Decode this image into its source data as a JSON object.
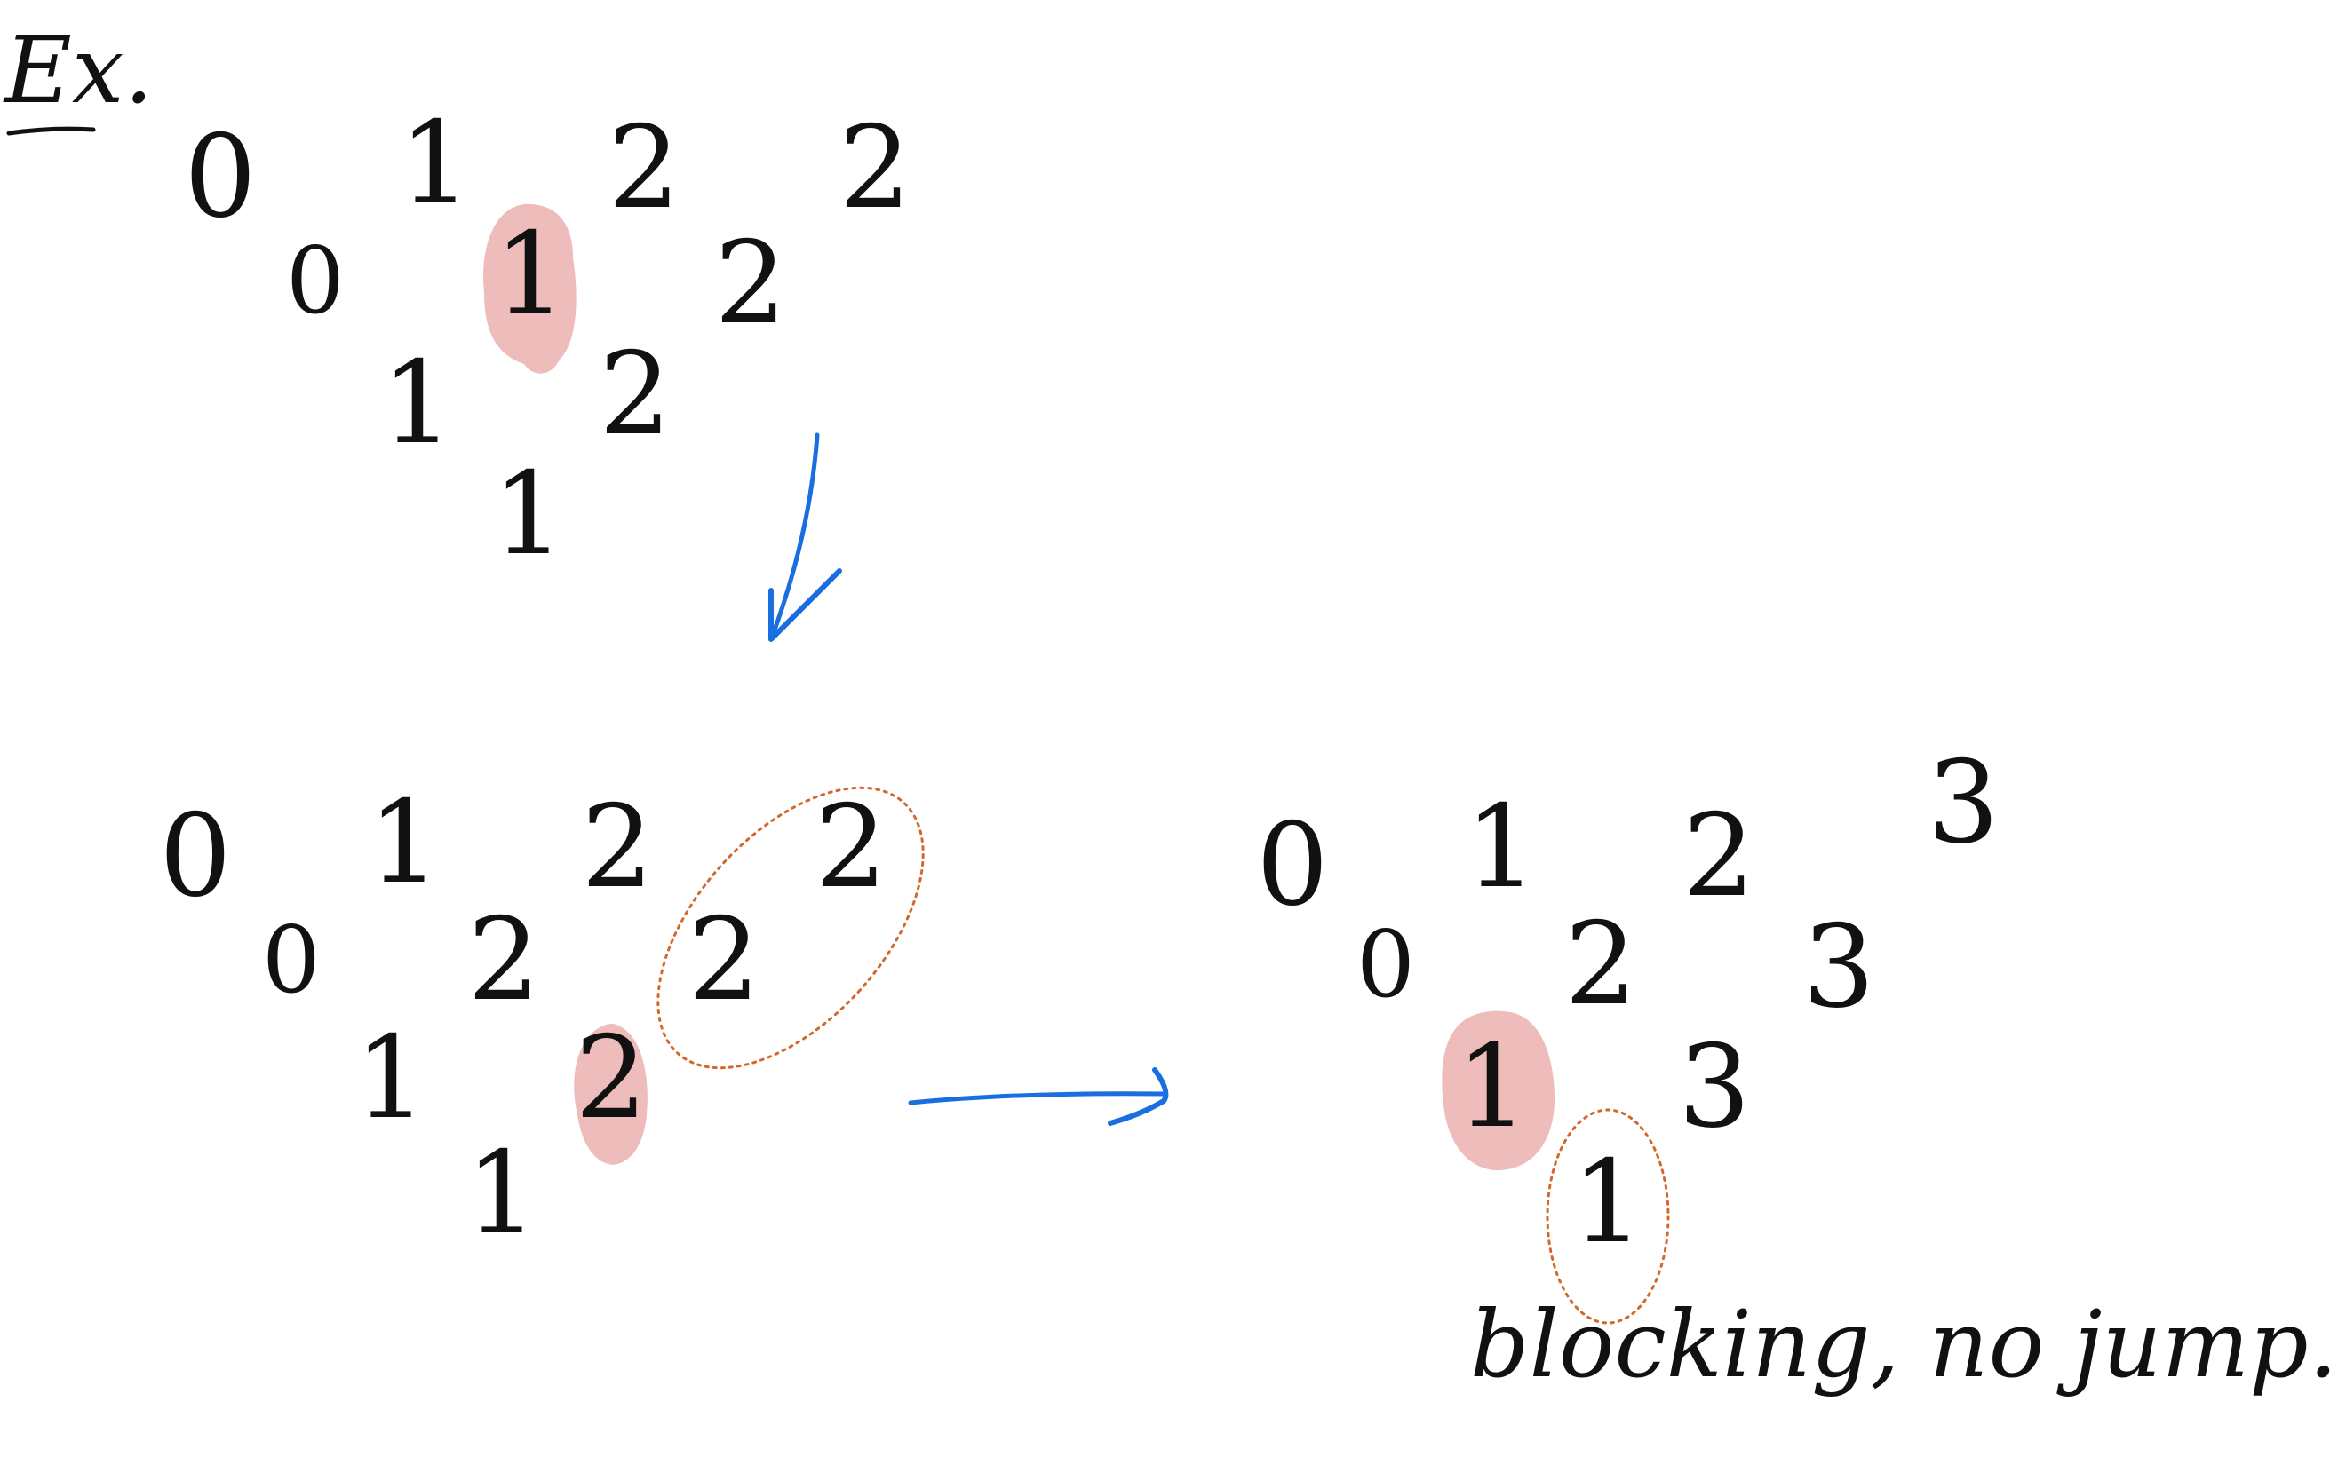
{
  "title": "Ex.",
  "colors": {
    "ink": "#111111",
    "highlight": "#efbcbc",
    "arrow": "#1a6fe0",
    "circle": "#d2692a",
    "background": "#ffffff"
  },
  "diagrams": {
    "top": {
      "values": [
        "0",
        "1",
        "2",
        "2",
        "0",
        "1",
        "2",
        "1",
        "2",
        "1"
      ],
      "highlighted_index": 5
    },
    "bottom_left": {
      "values": [
        "0",
        "1",
        "2",
        "2",
        "0",
        "2",
        "2",
        "1",
        "2",
        "1"
      ],
      "highlighted_index": 8,
      "circled_indices": [
        3,
        6
      ]
    },
    "bottom_right": {
      "values": [
        "0",
        "1",
        "2",
        "3",
        "0",
        "2",
        "3",
        "1",
        "3",
        "1"
      ],
      "highlighted_index": 7,
      "circled_indices": [
        9
      ]
    }
  },
  "arrows": [
    "down-arrow",
    "right-arrow"
  ],
  "note": "blocking, no jump."
}
